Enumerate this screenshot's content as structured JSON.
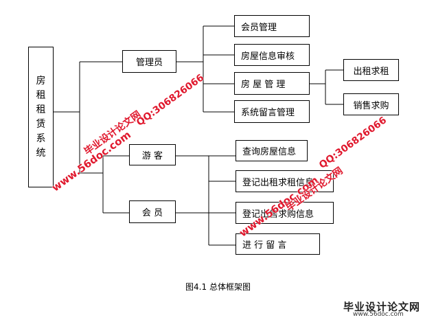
{
  "diagram": {
    "root": "房租租赁系统",
    "roles": {
      "admin": "管理员",
      "visitor": "游 客",
      "member": "会 员"
    },
    "admin_functions": [
      "会员管理",
      "房屋信息审核",
      "房 屋 管 理",
      "系统留言管理"
    ],
    "house_management_functions": [
      "出租求租",
      "销售求购"
    ],
    "visitor_functions": [
      "查询房屋信息"
    ],
    "member_functions": [
      "登记出租求租信息",
      "登记出售求购信息",
      "进 行 留 言"
    ]
  },
  "caption": "图4.1 总体框架图",
  "watermarks": {
    "site_name": "毕业设计论文网",
    "site_url": "www.56doc.com",
    "qq": "QQ:306826066"
  },
  "footer": {
    "site_name": "毕业设计论文网",
    "site_url": "www.56doc.com"
  },
  "colors": {
    "watermark": "#e0182d",
    "lines": "#000000"
  }
}
